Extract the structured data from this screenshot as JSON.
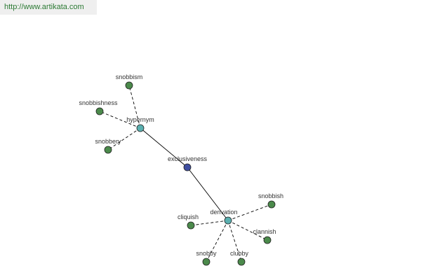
{
  "watermark": {
    "text": "http://www.artikata.com"
  },
  "graph": {
    "colors": {
      "center": "#3f4ea0",
      "relation": "#5ab0b0",
      "leaf": "#4b8a4b",
      "edge": "#000000",
      "outline": "#222222"
    },
    "center": {
      "label": "exclusiveness"
    },
    "relations": [
      {
        "label": "hypernym",
        "edge_style": "solid",
        "terms": [
          "snobbism",
          "snobbishness",
          "snobbery"
        ]
      },
      {
        "label": "derivation",
        "edge_style": "solid",
        "terms": [
          "snobbish",
          "cliquish",
          "clannish",
          "snobby",
          "clubby"
        ]
      }
    ]
  }
}
